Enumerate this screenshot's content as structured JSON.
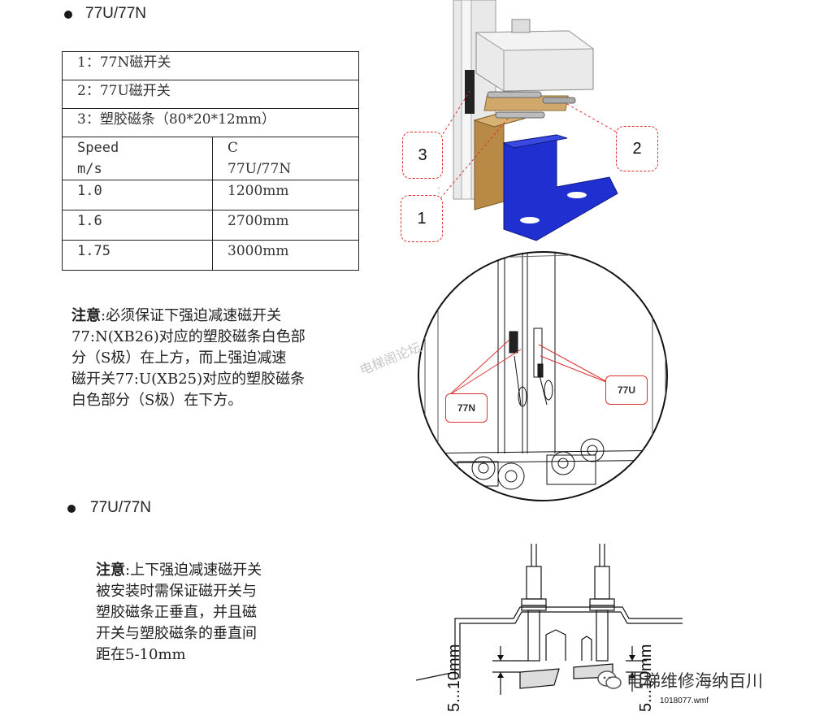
{
  "section1": {
    "heading": "77U/77N",
    "table": {
      "rows_full": [
        "1：77N磁开关",
        "2：77U磁开关",
        "3：塑胶磁条（80*20*12mm）"
      ],
      "header_left": [
        "Speed",
        "m/s"
      ],
      "header_right": [
        "C",
        "77U/77N"
      ],
      "data": [
        {
          "speed": "1.0",
          "c": "1200mm"
        },
        {
          "speed": "1.6",
          "c": "2700mm"
        },
        {
          "speed": "1.75",
          "c": "3000mm"
        }
      ]
    },
    "note": {
      "label": "注意",
      "lines": [
        ":必须保证下强迫减速磁开关",
        "77:N(XB26)对应的塑胶磁条白色部",
        "分（S极）在上方，而上强迫减速",
        "磁开关77:U(XB25)对应的塑胶磁条",
        "白色部分（S极）在下方。"
      ]
    },
    "callouts": [
      "3",
      "2",
      "1"
    ],
    "detail_labels": [
      "77N",
      "77U"
    ],
    "watermark": "电梯阁论坛"
  },
  "section2": {
    "heading": "77U/77N",
    "note": {
      "label": "注意",
      "lines": [
        ":上下强迫减速磁开关",
        "被安装时需保证磁开关与",
        "塑胶磁条正垂直，并且磁",
        "开关与塑胶磁条的垂直间",
        "距在5-10mm"
      ]
    },
    "dimension_left": "5...10mm",
    "dimension_right": "5...10mm",
    "brand": "电梯维修海纳百川",
    "filename": "1018077.wmf"
  },
  "colors": {
    "callout_border": "#dd3333",
    "bracket_blue": "#2233cc",
    "magnet_tan": "#c99a55"
  }
}
